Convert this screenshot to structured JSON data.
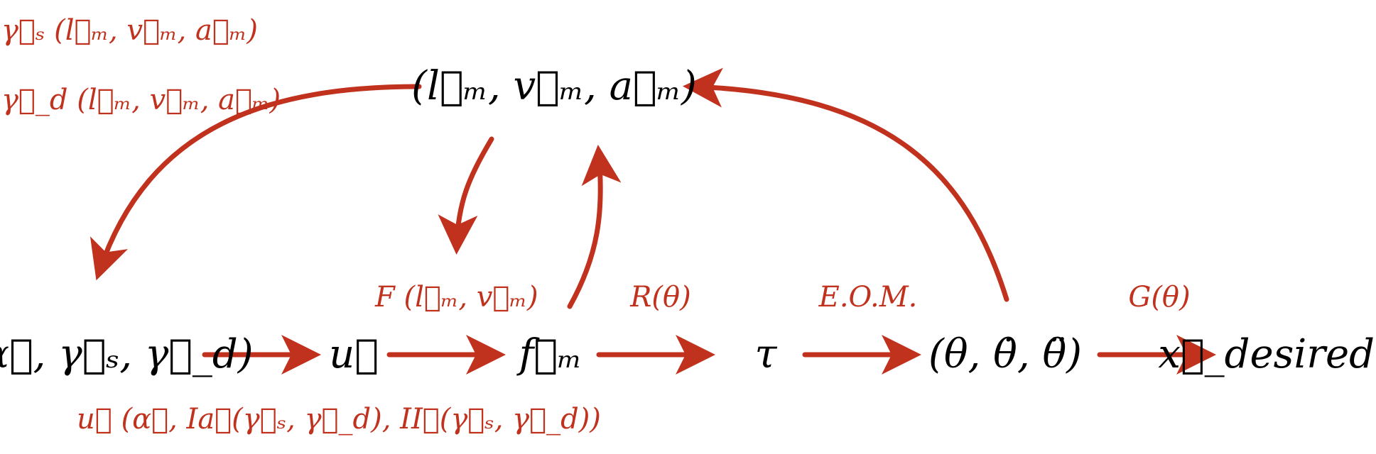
{
  "colors": {
    "accent": "#c0321e",
    "text": "#000000",
    "background": "#ffffff"
  },
  "nodes": {
    "muscle_state": "(l⃗ₘ, v⃗ₘ, a⃗ₘ)",
    "activation_params": "(α⃗, γ⃗ₛ, γ⃗_d)",
    "control": "u⃗",
    "muscle_force": "f⃗ₘ",
    "torque": "τ",
    "joint_state": "(θ, θ̇, θ̈)",
    "task_output": "x⃗_desired"
  },
  "labels": {
    "gamma_s_fn": "γ⃗ₛ (l⃗ₘ, v⃗ₘ, a⃗ₘ)",
    "gamma_d_fn": "γ⃗_d (l⃗ₘ, v⃗ₘ, a⃗ₘ)",
    "control_fn": "u⃗ (α⃗, Ia⃗(γ⃗ₛ, γ⃗_d), II⃗(γ⃗ₛ, γ⃗_d))",
    "force_fn": "F (l⃗ₘ, v⃗ₘ)",
    "moment_arm_fn": "R(θ)",
    "eom": "E.O.M.",
    "kinematics_fn": "G(θ)"
  }
}
